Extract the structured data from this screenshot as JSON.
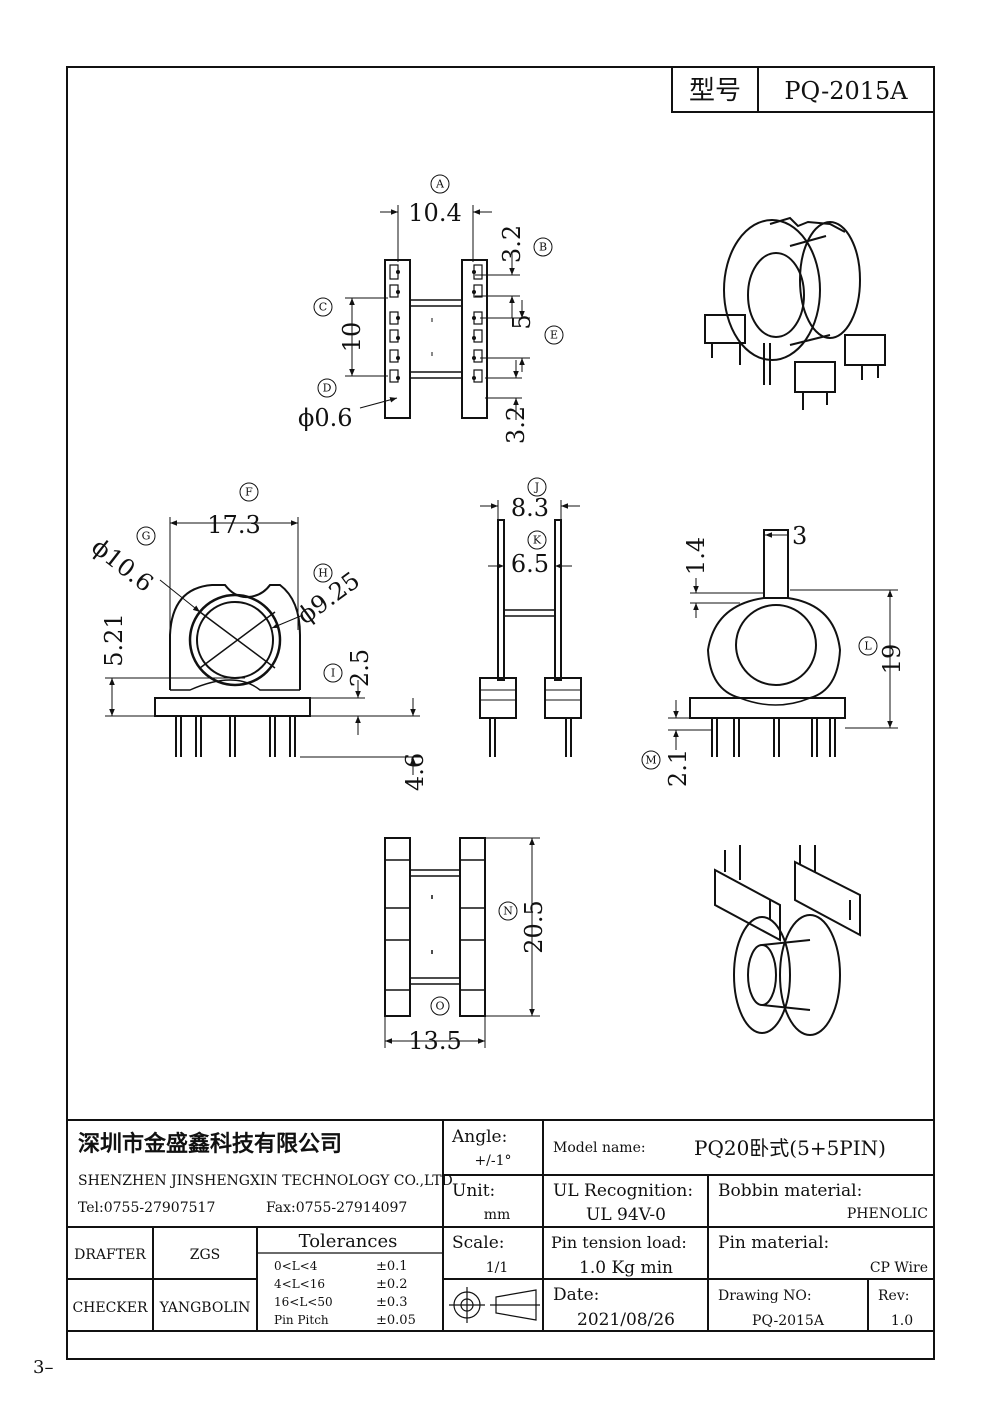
{
  "header": {
    "model_label": "型号",
    "model_value": "PQ-2015A"
  },
  "dimensions": {
    "top_width": "10.4",
    "top_pin_offset": "3.2",
    "top_row_spacing": "10",
    "top_mid_spacing": "5",
    "top_pin_offset_bottom": "3.2",
    "pin_diameter": "ϕ0.6",
    "front_width": "17.3",
    "outer_diameter": "ϕ10.6",
    "inner_diameter": "ϕ9.25",
    "front_height": "5.21",
    "flange_gap": "2.5",
    "pin_length": "4.6",
    "side_outer": "8.3",
    "side_inner": "6.5",
    "rear_slot_width": "3",
    "rear_slot_depth": "1.4",
    "rear_height": "19",
    "rear_pin_offset": "2.1",
    "bottom_length": "20.5",
    "bottom_width": "13.5"
  },
  "callouts": [
    "A",
    "B",
    "C",
    "D",
    "E",
    "F",
    "G",
    "H",
    "I",
    "J",
    "K",
    "L",
    "M",
    "N",
    "O"
  ],
  "title_block": {
    "company_cn": "深圳市金盛鑫科技有限公司",
    "company_en": "SHENZHEN JINSHENGXIN TECHNOLOGY CO.,LTD",
    "tel": "Tel:0755-27907517",
    "fax": "Fax:0755-27914097",
    "drafter_label": "DRAFTER",
    "drafter": "ZGS",
    "checker_label": "CHECKER",
    "checker": "YANGBOLIN",
    "tolerances_title": "Tolerances",
    "tolerances": [
      {
        "range": "0<L<4",
        "value": "±0.1"
      },
      {
        "range": "4<L<16",
        "value": "±0.2"
      },
      {
        "range": "16<L<50",
        "value": "±0.3"
      },
      {
        "range": "Pin Pitch",
        "value": "±0.05"
      }
    ],
    "angle_label": "Angle:",
    "angle_value": "+/-1°",
    "unit_label": "Unit:",
    "unit_value": "mm",
    "scale_label": "Scale:",
    "scale_value": "1/1",
    "model_name_label": "Model name:",
    "model_name_value": "PQ20卧式(5+5PIN)",
    "ul_label": "UL Recognition:",
    "ul_value": "UL 94V-0",
    "bobbin_label": "Bobbin material:",
    "bobbin_value": "PHENOLIC",
    "pin_tension_label": "Pin tension load:",
    "pin_tension_value": "1.0 Kg min",
    "pin_material_label": "Pin material:",
    "pin_material_value": "CP Wire",
    "date_label": "Date:",
    "date_value": "2021/08/26",
    "drawing_no_label": "Drawing NO:",
    "drawing_no_value": "PQ-2015A",
    "rev_label": "Rev:",
    "rev_value": "1.0"
  },
  "page_number": "3–"
}
